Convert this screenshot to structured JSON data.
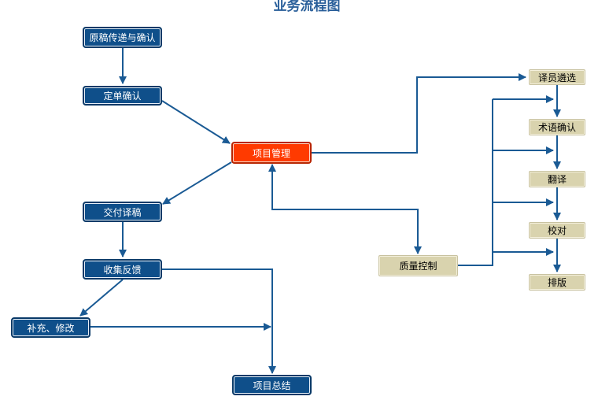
{
  "title": "业务流程图",
  "nodes": {
    "source_transfer": "原稿传递与确认",
    "order_confirm": "定单确认",
    "project_mgmt": "项目管理",
    "deliver": "交付译稿",
    "feedback": "收集反馈",
    "revise": "补充、修改",
    "summary": "项目总结",
    "quality": "质量控制",
    "translator_select": "译员遴选",
    "term_confirm": "术语确认",
    "translate": "翻译",
    "proofread": "校对",
    "typeset": "排版"
  },
  "colors": {
    "blue_node": "#0f4f8a",
    "highlight_node": "#ff3a00",
    "beige_node": "#d9d3ae",
    "connector": "#1a5a94",
    "title": "#2a5f9a"
  }
}
